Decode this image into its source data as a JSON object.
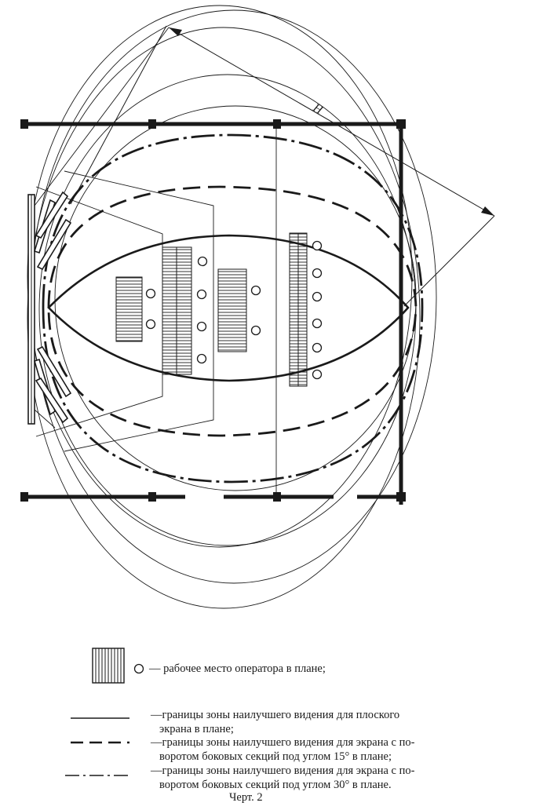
{
  "diagram": {
    "distance_label": "H"
  },
  "legend": {
    "workplace": "— рабочее место оператора в плане;",
    "flat_line1": "—границы зоны  наилучшего видения  для плоского",
    "flat_line2": "экрана в плане;",
    "deg15_line1": "—границы зоны наилучшего видения для экрана с по-",
    "deg15_line2": "воротом боковых секций под углом 15° в плане;",
    "deg30_line1": "—границы зоны наилучшего видения для экрана с по-",
    "deg30_line2": "воротом боковых секций под углом 30° в плане."
  },
  "caption": "Черт. 2"
}
